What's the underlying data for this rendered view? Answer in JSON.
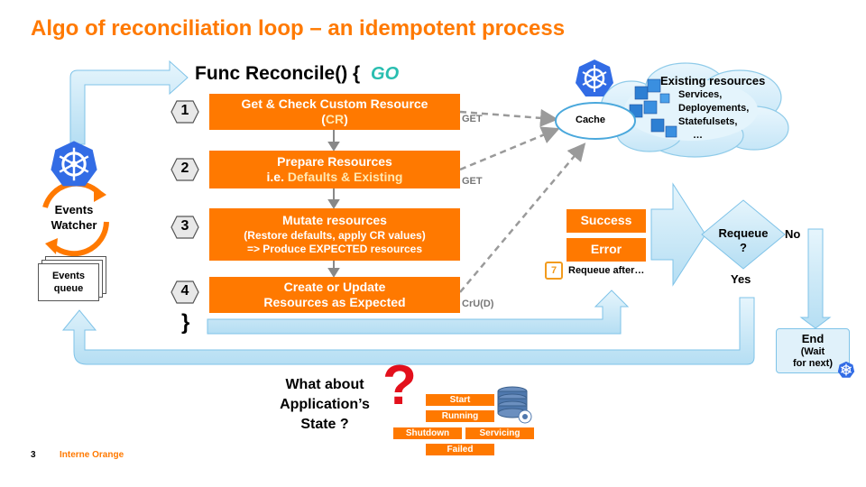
{
  "title": "Algo of reconciliation loop – an idempotent process",
  "func": {
    "open": "Func Reconcile() {",
    "go_logo": "GO",
    "close": "}"
  },
  "steps": [
    {
      "num": "1",
      "line1": "Get & Check Custom Resource",
      "line2_pre": "(",
      "line2_hl": "CR",
      "line2_post": ")"
    },
    {
      "num": "2",
      "line1": "Prepare Resources",
      "line2_pre": "i.e. ",
      "line2_hl": "Defaults & Existing",
      "line2_post": ""
    },
    {
      "num": "3",
      "line1": "Mutate resources",
      "line2": "(Restore defaults, apply CR values)",
      "line3": "=> Produce EXPECTED resources"
    },
    {
      "num": "4",
      "line1": "Create or Update",
      "line2": "Resources as Expected"
    }
  ],
  "arrows": {
    "get1": "GET",
    "get2": "GET",
    "cru": "CrU(D)"
  },
  "cache": {
    "label": "Cache"
  },
  "existing": {
    "title": "Existing resources",
    "items": [
      "Services,",
      "Deployements,",
      "Statefulsets,",
      "…"
    ]
  },
  "events": {
    "watcher_line1": "Events",
    "watcher_line2": "Watcher",
    "queue_line1": "Events",
    "queue_line2": "queue"
  },
  "results": {
    "success": "Success",
    "error": "Error",
    "requeue_after": "Requeue  after…",
    "calendar_day": "7"
  },
  "decision": {
    "label_line1": "Requeue",
    "label_line2": "?",
    "no": "No",
    "yes": "Yes"
  },
  "end": {
    "line1": "End",
    "line2": "(Wait",
    "line3": "for next)"
  },
  "app_state": {
    "question_line1": "What about",
    "question_line2": "Application’s",
    "question_line3": "State ?",
    "qmark": "?",
    "states": [
      "Start",
      "Running",
      "Shutdown",
      "Servicing",
      "Failed"
    ]
  },
  "footer": {
    "page": "3",
    "label": "Interne Orange"
  },
  "colors": {
    "orange": "#ff7900",
    "k8s_blue": "#326ce5",
    "arrow_blue": "#bfe4f7"
  }
}
